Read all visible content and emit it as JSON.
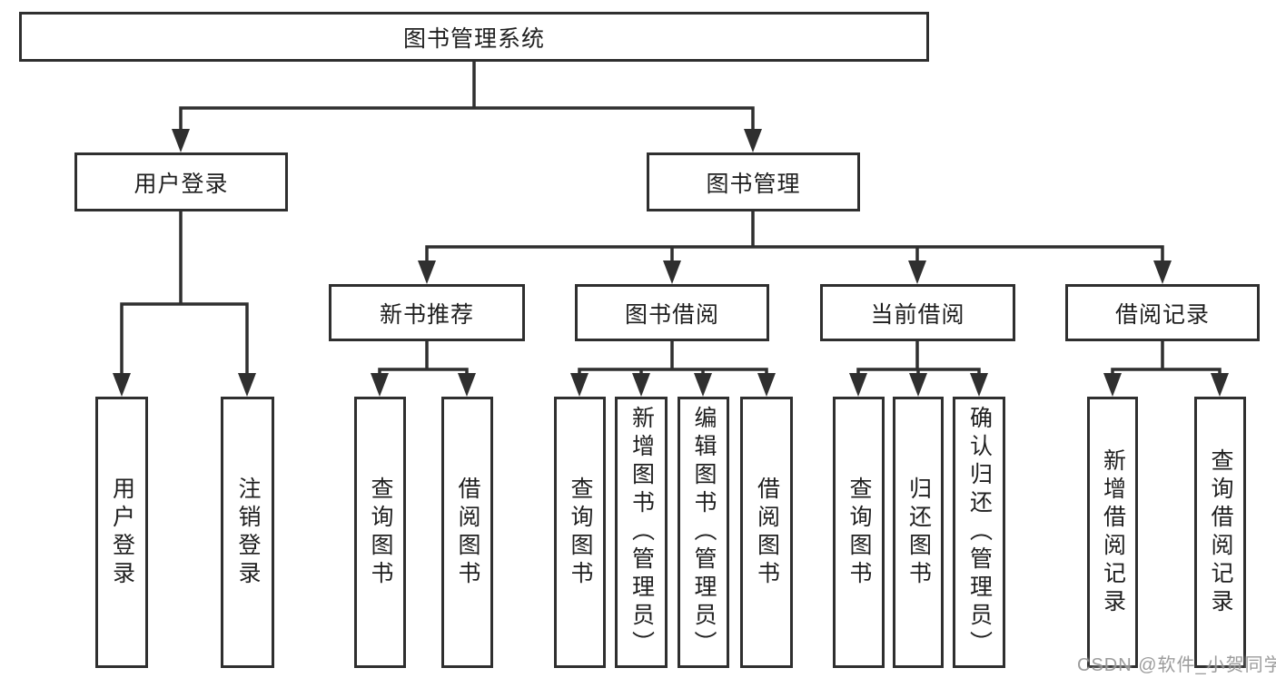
{
  "diagram": {
    "root": "图书管理系统",
    "branches": [
      {
        "label": "用户登录",
        "leaves": [
          "用户登录",
          "注销登录"
        ]
      },
      {
        "label": "图书管理",
        "groups": [
          {
            "label": "新书推荐",
            "leaves": [
              "查询图书",
              "借阅图书"
            ]
          },
          {
            "label": "图书借阅",
            "leaves": [
              "查询图书",
              "新增图书（管理员）",
              "编辑图书（管理员）",
              "借阅图书"
            ]
          },
          {
            "label": "当前借阅",
            "leaves": [
              "查询图书",
              "归还图书",
              "确认归还（管理员）"
            ]
          },
          {
            "label": "借阅记录",
            "leaves": [
              "新增借阅记录",
              "查询借阅记录"
            ]
          }
        ]
      }
    ]
  },
  "watermark": "CSDN @软件_小贺同学",
  "colors": {
    "line": "#2f2f2f",
    "text": "#1f1f1f",
    "background": "#ffffff",
    "watermark": "#949494"
  }
}
